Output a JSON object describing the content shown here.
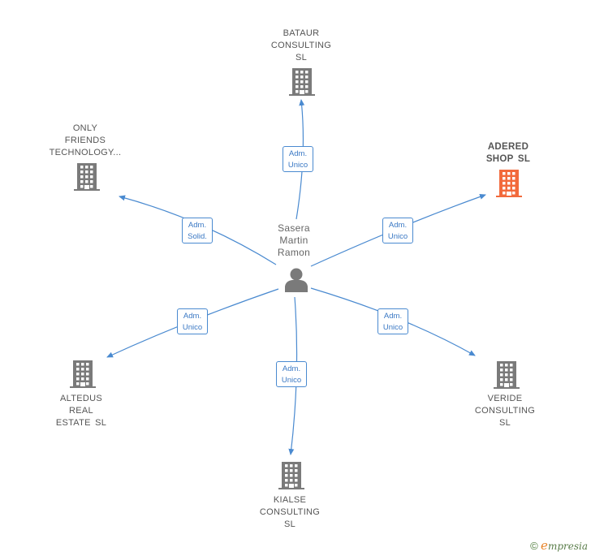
{
  "center": {
    "name_lines": [
      "Sasera",
      "Martin",
      "Ramon"
    ],
    "icon": "person-icon"
  },
  "companies": [
    {
      "id": "bataur",
      "label": "BATAUR\nCONSULTING\nSL",
      "icon": "building-icon",
      "highlight": false
    },
    {
      "id": "adered",
      "label": "ADERED\nSHOP  SL",
      "icon": "building-icon",
      "highlight": true
    },
    {
      "id": "veride",
      "label": "VERIDE\nCONSULTING\nSL",
      "icon": "building-icon",
      "highlight": false
    },
    {
      "id": "kialse",
      "label": "KIALSE\nCONSULTING\nSL",
      "icon": "building-icon",
      "highlight": false
    },
    {
      "id": "altedus",
      "label": "ALTEDUS\nREAL\nESTATE  SL",
      "icon": "building-icon",
      "highlight": false
    },
    {
      "id": "only",
      "label": "ONLY\nFRIENDS\nTECHNOLOGY...",
      "icon": "building-icon",
      "highlight": false
    }
  ],
  "edges": [
    {
      "to": "bataur",
      "line1": "Adm.",
      "line2": "Unico"
    },
    {
      "to": "adered",
      "line1": "Adm.",
      "line2": "Unico"
    },
    {
      "to": "veride",
      "line1": "Adm.",
      "line2": "Unico"
    },
    {
      "to": "kialse",
      "line1": "Adm.",
      "line2": "Unico"
    },
    {
      "to": "altedus",
      "line1": "Adm.",
      "line2": "Unico"
    },
    {
      "to": "only",
      "line1": "Adm.",
      "line2": "Solid."
    }
  ],
  "colors": {
    "edge": "#4a8ad0",
    "building": "#7a7a7a",
    "highlight_building": "#f26a3c",
    "person": "#7a7a7a"
  },
  "footer": {
    "copyright": "©",
    "brand_initial": "e",
    "brand_rest": "mpresia"
  }
}
